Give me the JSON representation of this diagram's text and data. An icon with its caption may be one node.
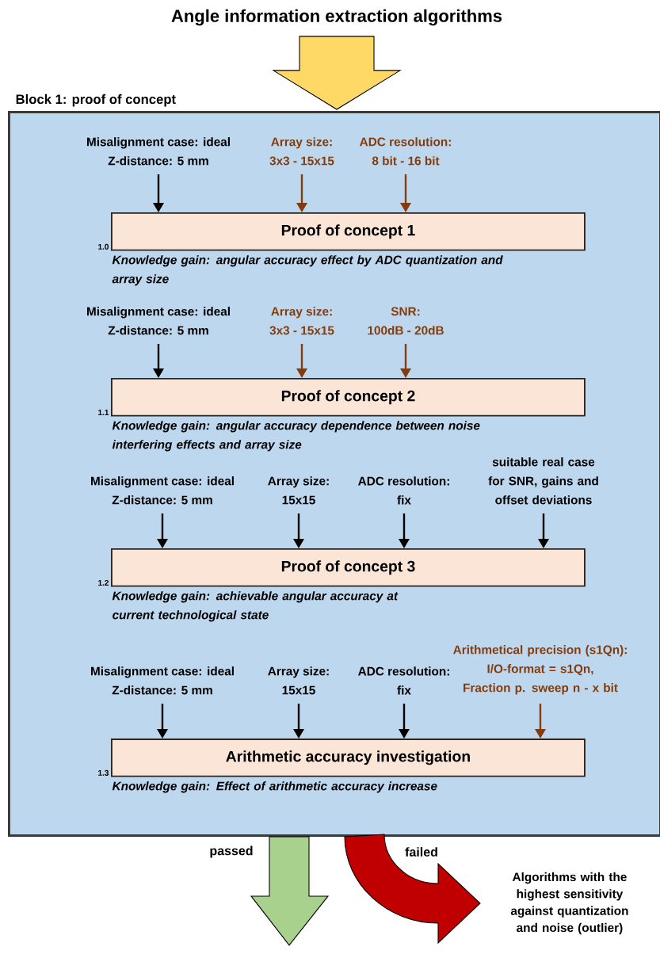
{
  "diagram": {
    "nodes": [
      {
        "text": [
          "Angle information extraction algorithms"
        ]
      },
      {
        "text": [
          "Block 1: proof of concept"
        ]
      },
      {
        "text": [
          "Misalignment case: ideal",
          "Z-distance: 5 mm"
        ],
        "in": 1
      },
      {
        "text": [
          "Array size:",
          "3x3 - 15x15"
        ],
        "in": 1
      },
      {
        "text": [
          "ADC resolution:",
          "8 bit - 16 bit"
        ],
        "in": 1
      },
      {
        "text": [
          "Proof of concept 1"
        ],
        "in": 1,
        "beside": [
          "1.0",
          "Knowledge gain: angular accuracy effect by ADC quantization and array size"
        ]
      },
      {
        "text": [
          "Misalignment case: ideal",
          "Z-distance: 5 mm"
        ],
        "in": 1
      },
      {
        "text": [
          "Array size:",
          "3x3 - 15x15"
        ],
        "in": 1
      },
      {
        "text": [
          "SNR:",
          "100dB - 20dB"
        ],
        "in": 1
      },
      {
        "text": [
          "Proof of concept 2"
        ],
        "in": 1,
        "beside": [
          "1.1",
          "Knowledge gain: angular accuracy dependence between noise interfering effects and array size"
        ]
      },
      {
        "text": [
          "Misalignment case: ideal",
          "Z-distance: 5 mm"
        ],
        "in": 1
      },
      {
        "text": [
          "Array size:",
          "15x15"
        ],
        "in": 1
      },
      {
        "text": [
          "ADC resolution:",
          "fix"
        ],
        "in": 1
      },
      {
        "text": [
          "suitable real case for SNR, gains and offset deviations"
        ],
        "in": 1
      },
      {
        "text": [
          "Proof of concept 3"
        ],
        "in": 1,
        "beside": [
          "1.2",
          "Knowledge gain: achievable angular accuracy at current technological state"
        ]
      },
      {
        "text": [
          "Misalignment case: ideal",
          "Z-distance: 5 mm"
        ],
        "in": 1
      },
      {
        "text": [
          "Array size:",
          "15x15"
        ],
        "in": 1
      },
      {
        "text": [
          "ADC resolution:",
          "fix"
        ],
        "in": 1
      },
      {
        "text": [
          "Arithmetical precision (s1Qn):",
          "I/O-format = s1Qn, Fraction p. sweep n - x bit"
        ],
        "in": 1
      },
      {
        "text": [
          "Arithmetic accuracy investigation"
        ],
        "in": 1,
        "beside": [
          "1.3",
          "Knowledge gain: Effect of arithmetic accuracy increase"
        ]
      },
      {
        "text": [
          "Algorithms with the highest sensitivity against quantization and noise (outlier)"
        ]
      }
    ],
    "edges": [
      {
        "from": 0,
        "to": 1,
        "arrow": "to",
        "style": "thick",
        "color": "#ffd966"
      },
      {
        "from": 2,
        "to": 5,
        "arrow": "to"
      },
      {
        "from": 3,
        "to": 5,
        "arrow": "to",
        "color": "#843c0c"
      },
      {
        "from": 4,
        "to": 5,
        "arrow": "to",
        "color": "#843c0c"
      },
      {
        "from": 6,
        "to": 9,
        "arrow": "to"
      },
      {
        "from": 7,
        "to": 9,
        "arrow": "to",
        "color": "#843c0c"
      },
      {
        "from": 8,
        "to": 9,
        "arrow": "to",
        "color": "#843c0c"
      },
      {
        "from": 10,
        "to": 14,
        "arrow": "to"
      },
      {
        "from": 11,
        "to": 14,
        "arrow": "to"
      },
      {
        "from": 12,
        "to": 14,
        "arrow": "to"
      },
      {
        "from": 13,
        "to": 14,
        "arrow": "to"
      },
      {
        "from": 15,
        "to": 19,
        "arrow": "to"
      },
      {
        "from": 16,
        "to": 19,
        "arrow": "to"
      },
      {
        "from": 17,
        "to": 19,
        "arrow": "to"
      },
      {
        "from": 18,
        "to": 19,
        "arrow": "to",
        "color": "#843c0c"
      },
      {
        "from": 1,
        "to": null,
        "arrow": "to",
        "style": "thick",
        "color": "#a9d18e",
        "label": "passed"
      },
      {
        "from": 1,
        "to": 20,
        "arrow": "to",
        "style": "thick",
        "color": "#c00000",
        "label": "failed"
      }
    ]
  }
}
